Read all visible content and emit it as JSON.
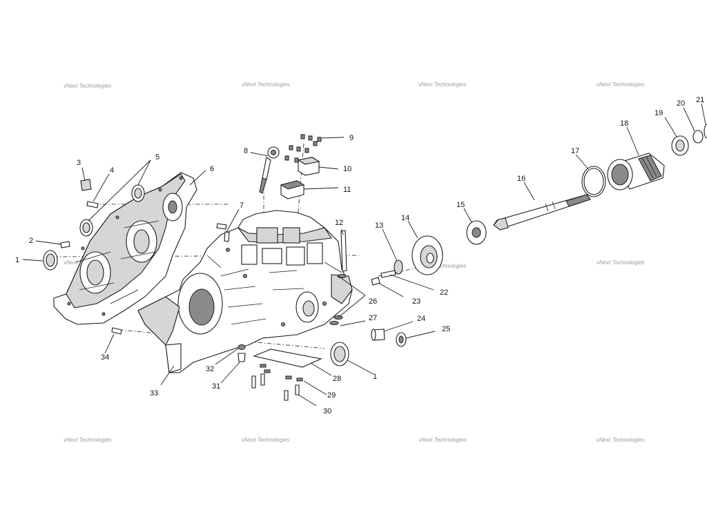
{
  "watermark": {
    "text": "vNext Technologies"
  },
  "callouts": {
    "n1": "1",
    "n2": "2",
    "n3": "3",
    "n4": "4",
    "n5": "5",
    "n6": "6",
    "n7": "7",
    "n8": "8",
    "n9": "9",
    "n10": "10",
    "n11": "11",
    "n12": "12",
    "n13": "13",
    "n14": "14",
    "n15": "15",
    "n16": "16",
    "n17": "17",
    "n18": "18",
    "n19": "19",
    "n20": "20",
    "n21": "21",
    "n22": "22",
    "n23": "23",
    "n24": "24",
    "n25": "25",
    "n26": "26",
    "n27": "27",
    "n28": "28",
    "n29": "29",
    "n30": "30",
    "n31": "31",
    "n32": "32",
    "n33": "33",
    "n34": "34"
  }
}
